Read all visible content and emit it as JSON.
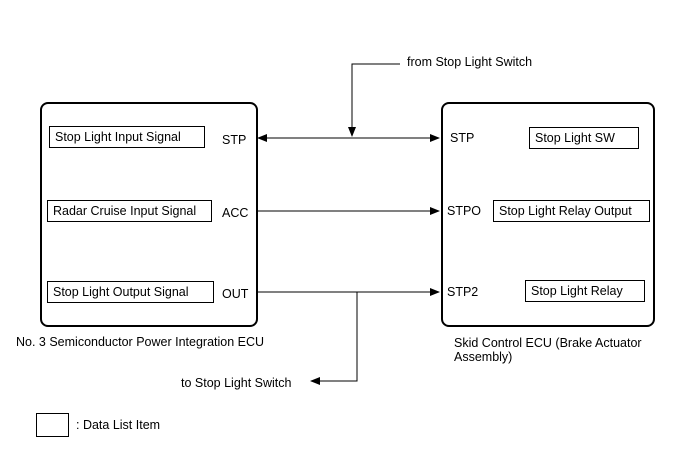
{
  "top_label": "from Stop Light Switch",
  "bottom_label": "to Stop Light Switch",
  "left_ecu": {
    "name": "No. 3 Semiconductor Power Integration ECU",
    "items": [
      {
        "label": "Stop Light Input Signal",
        "pin": "STP"
      },
      {
        "label": "Radar Cruise Input Signal",
        "pin": "ACC"
      },
      {
        "label": "Stop Light Output Signal",
        "pin": "OUT"
      }
    ]
  },
  "right_ecu": {
    "name_line1": "Skid Control ECU (Brake Actuator",
    "name_line2": "Assembly)",
    "items": [
      {
        "label": "Stop Light SW",
        "pin": "STP"
      },
      {
        "label": "Stop Light Relay Output",
        "pin": "STPO"
      },
      {
        "label": "Stop Light Relay",
        "pin": "STP2"
      }
    ]
  },
  "legend": {
    "label": ": Data List Item"
  }
}
